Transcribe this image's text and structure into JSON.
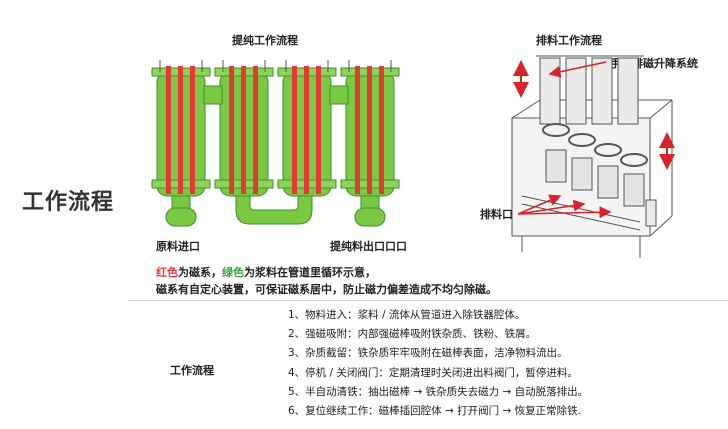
{
  "section_title": "工作流程",
  "left_diagram": {
    "title": "提纯工作流程",
    "inlet_label": "原料进口",
    "outlet_label": "提纯料出口口口"
  },
  "right_diagram": {
    "title": "排料工作流程",
    "lift_label": "手动排磁升降系统",
    "discharge_label": "排料口"
  },
  "legend": {
    "red_word": "红色",
    "red_rest": "为磁系，",
    "green_word": "绿色",
    "green_rest": "为浆料在管道里循环示意，",
    "line2": "磁系有自定心装置，可保证磁系居中，防止磁力偏差造成不均匀除磁。"
  },
  "steps_label": "工作流程",
  "steps": [
    "1、物料进入：浆料 / 流体从管道进入除铁器腔体。",
    "2、强磁吸附：内部强磁棒吸附铁杂质、铁粉、铁屑。",
    "3、杂质截留：铁杂质牢牢吸附在磁棒表面，洁净物料流出。",
    "4、停机 / 关闭阀门：定期清理时关闭进出料阀门，暂停进料。",
    "5、半自动清铁：抽出磁棒 → 铁杂质失去磁力 → 自动脱落排出。",
    "6、复位继续工作：磁棒插回腔体 → 打开阀门 → 恢复正常除铁."
  ],
  "colors": {
    "magnet": "#e53935",
    "slurry": "#7ac943",
    "slurry_dark": "#3e8e2a",
    "arrow": "#d9232a"
  }
}
